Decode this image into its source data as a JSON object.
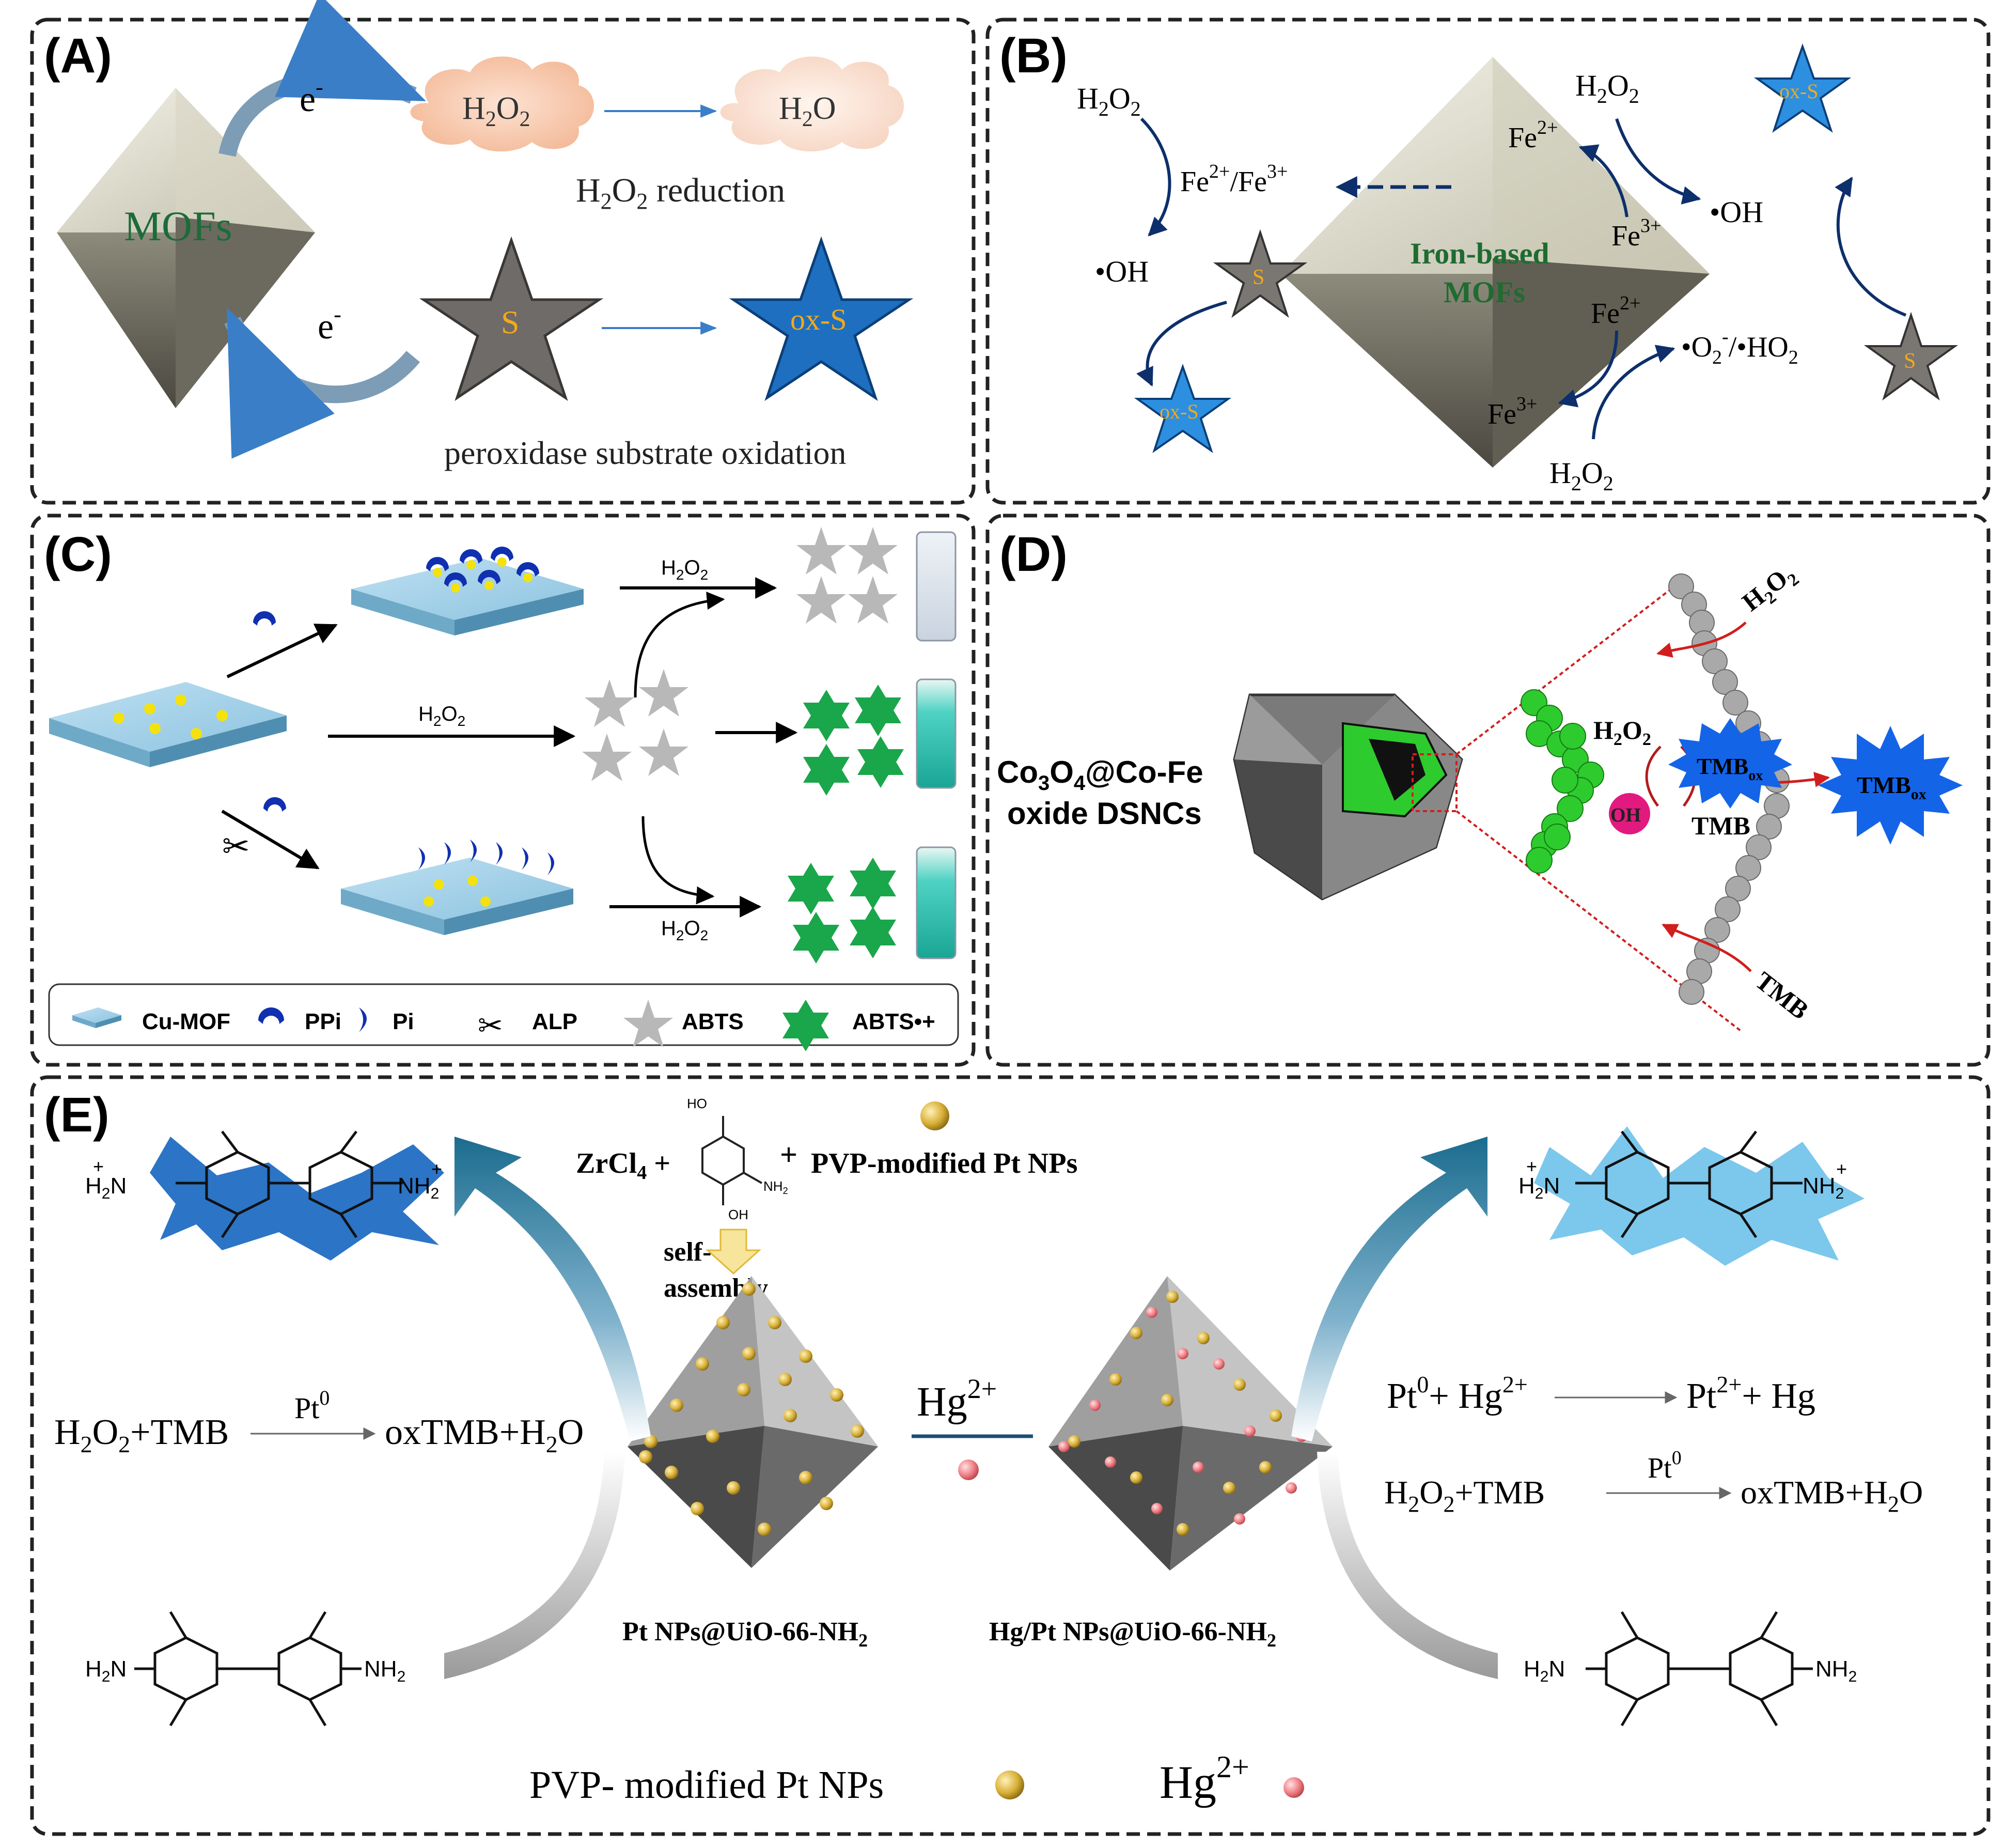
{
  "panels": {
    "A": {
      "tag": "(A)",
      "mofs": "MOFs",
      "electron": "e",
      "electron_sup": "-",
      "h2o2_cloud": "H2O2",
      "h2o_cloud": "H2O",
      "reduction_label": "H2O2 reduction",
      "substrate": "S",
      "oxidized_substrate": "ox-S",
      "oxidation_label": "peroxidase substrate oxidation"
    },
    "B": {
      "tag": "(B)",
      "h2o2": "H2O2",
      "fe_pair": "Fe2+/Fe3+",
      "oh": "•OH",
      "superoxide": "•O2-/•HO2",
      "fe2": "Fe2+",
      "fe3": "Fe3+",
      "mof_label_line1": "Iron-based",
      "mof_label_line2": "MOFs",
      "substrate": "S",
      "oxidized_substrate": "ox-S"
    },
    "C": {
      "tag": "(C)",
      "h2o2": "H2O2",
      "legend": {
        "cu_mof": "Cu-MOF",
        "ppi": "PPi",
        "pi": "Pi",
        "alp": "ALP",
        "abts": "ABTS",
        "abts_radical": "ABTS•+"
      }
    },
    "D": {
      "tag": "(D)",
      "material_line1": "Co3O4@Co-Fe",
      "material_line2": "oxide DSNCs",
      "h2o2": "H2O2",
      "oh": "OH",
      "tmb": "TMB",
      "tmb_ox": "TMBox"
    },
    "E": {
      "tag": "(E)",
      "zrcl4": "ZrCl4",
      "plus": "+",
      "pvp_pt": "PVP-modified Pt NPs",
      "self_assembly_line1": "self-",
      "self_assembly_line2": "assembly",
      "hg_ion": "Hg2+",
      "left_reaction": "H2O2+TMB → oxTMB+H2O",
      "catalyst": "Pt0",
      "right_reaction_1": "Pt0+ Hg2+ → Pt2++ Hg",
      "right_reaction_2": "H2O2+TMB → oxTMB+H2O",
      "left_octahedron": "Pt NPs@UiO-66-NH2",
      "right_octahedron": "Hg/Pt NPs@UiO-66-NH2",
      "legend_pt": "PVP- modified Pt NPs",
      "legend_hg": "Hg2+",
      "oh_group": "OH",
      "nh2_group": "NH2",
      "h2n": "H2N",
      "nh2": "NH2",
      "h2n_plus": "H2N+",
      "nh2_plus": "NH2+"
    }
  },
  "colors": {
    "dashed_border": "#222222",
    "arrow_blue": "#0d2f6b",
    "star_gray": "#5c5c5c",
    "star_blue": "#1e6fc0",
    "green": "#1aa64b",
    "teal": "#1b6c8f",
    "pt_gold": "#d9b13a",
    "hg_pink": "#ef7f86",
    "cloud": "#f6c8ad"
  }
}
